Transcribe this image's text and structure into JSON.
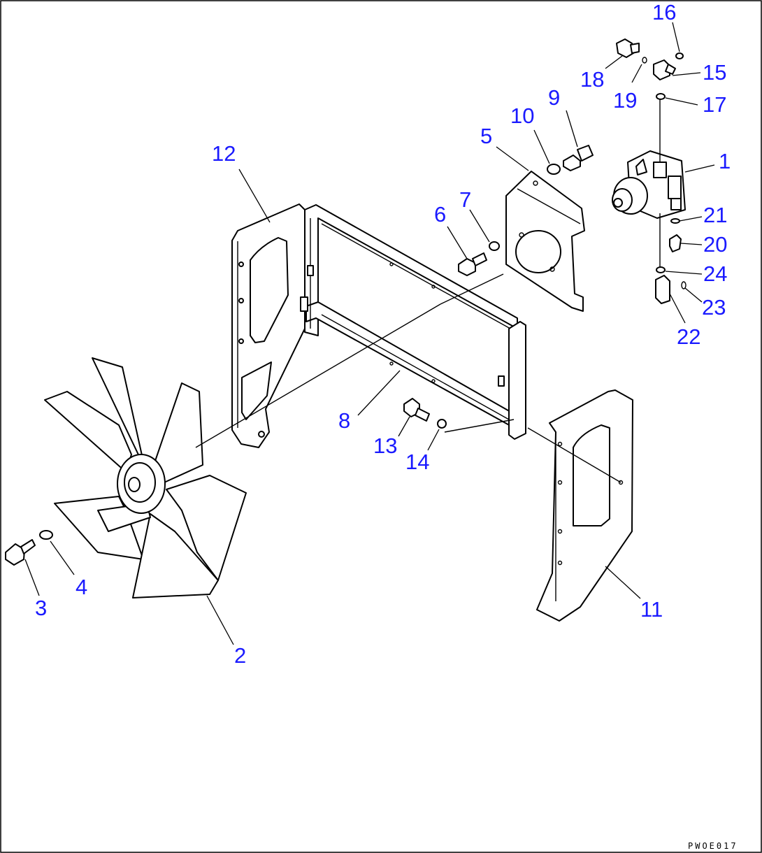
{
  "diagram": {
    "drawing_code": "PWOE017",
    "callouts": {
      "c1": "1",
      "c2": "2",
      "c3": "3",
      "c4": "4",
      "c5": "5",
      "c6": "6",
      "c7": "7",
      "c8": "8",
      "c9": "9",
      "c10": "10",
      "c11": "11",
      "c12": "12",
      "c13": "13",
      "c14": "14",
      "c15": "15",
      "c16": "16",
      "c17": "17",
      "c18": "18",
      "c19": "19",
      "c20": "20",
      "c21": "21",
      "c22": "22",
      "c23": "23",
      "c24": "24"
    },
    "colors": {
      "callout": "#1a1aff",
      "line": "#000000",
      "background": "#ffffff"
    }
  }
}
